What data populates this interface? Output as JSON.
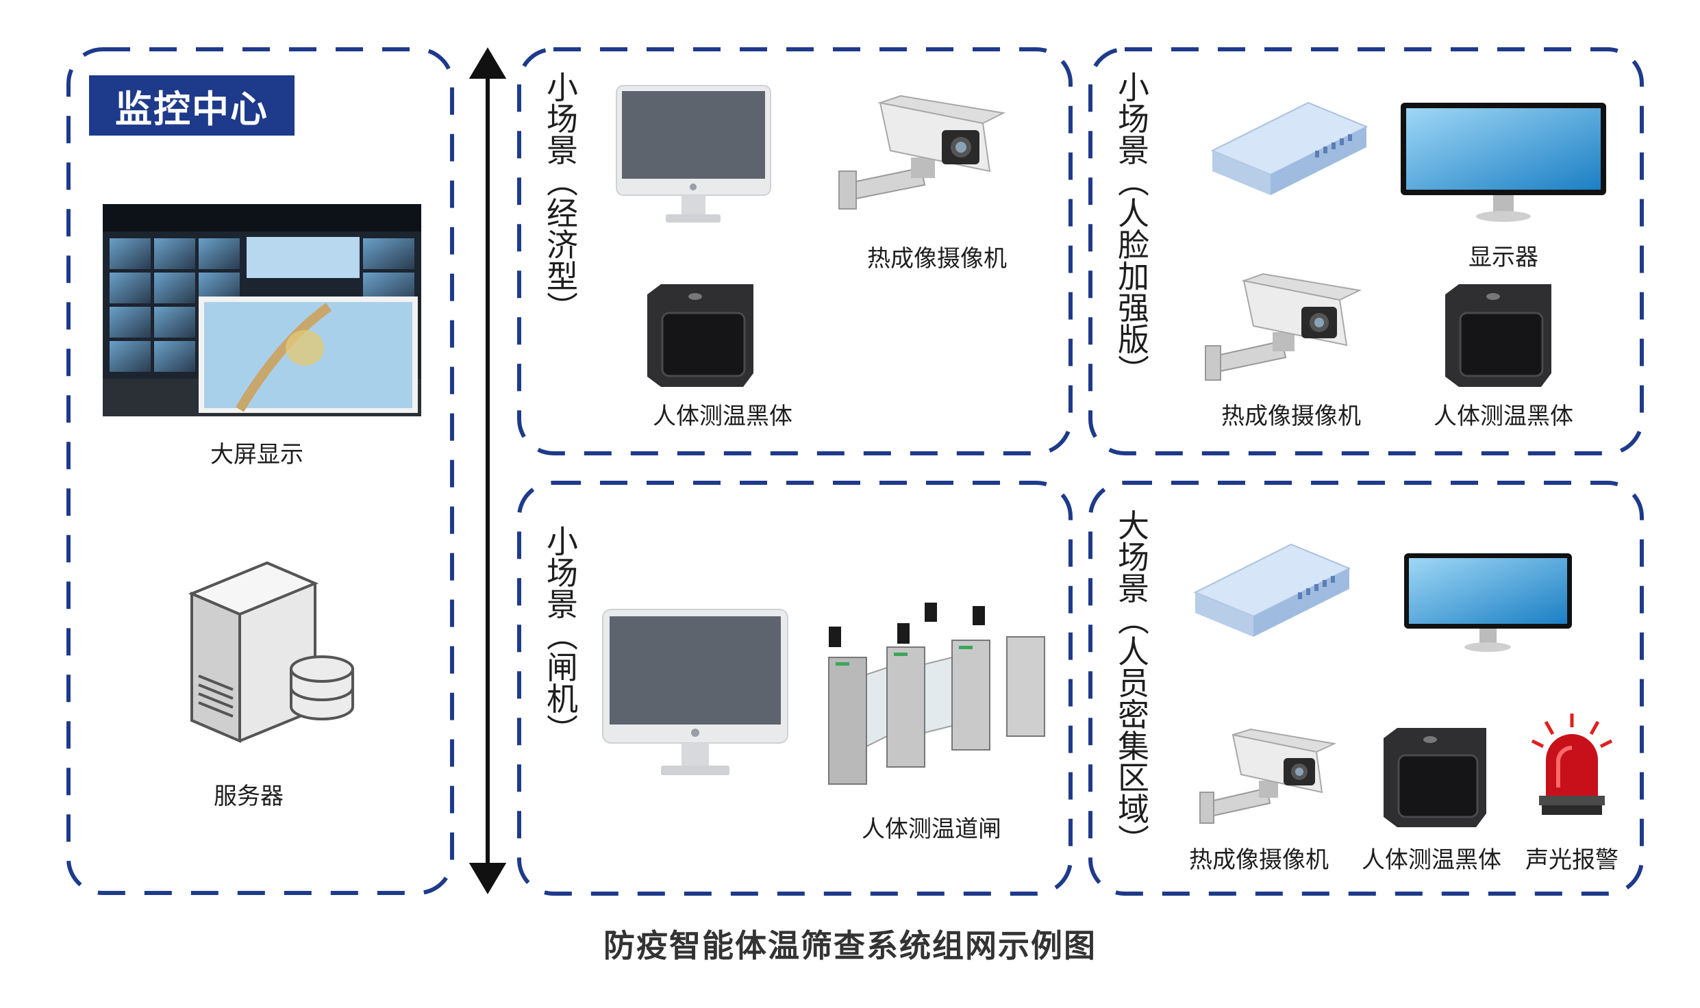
{
  "colors": {
    "dash": "#1e3a8a",
    "accent": "#1e3a8a"
  },
  "monitor_center": {
    "title": "监控中心",
    "big_screen_label": "大屏显示",
    "server_label": "服务器"
  },
  "scenes": {
    "economy": {
      "title": "小场景（经济型）",
      "items": [
        "热成像摄像机",
        "人体测温黑体"
      ]
    },
    "enhanced": {
      "title": "小场景（人脸加强版）",
      "items": [
        "显示器",
        "热成像摄像机",
        "人体测温黑体"
      ]
    },
    "gate": {
      "title": "小场景（闸机）",
      "items": [
        "人体测温道闸"
      ]
    },
    "crowded": {
      "title": "大场景（人员密集区域）",
      "items": [
        "热成像摄像机",
        "人体测温黑体",
        "声光报警"
      ]
    }
  },
  "caption": "防疫智能体温筛查系统组网示例图"
}
